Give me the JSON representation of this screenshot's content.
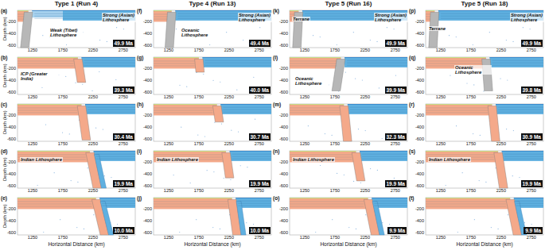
{
  "diagram": {
    "nodes": [
      {
        "text": [
          "49.9 Ma"
        ]
      },
      {
        "text": [
          "39.3 Ma"
        ]
      },
      {
        "text": [
          "30.4 Ma"
        ]
      },
      {
        "text": [
          "19.9 Ma"
        ]
      },
      {
        "text": [
          "10.0 Ma"
        ]
      },
      {
        "text": [
          "49.4 Ma"
        ]
      },
      {
        "text": [
          "40.0 Ma"
        ]
      },
      {
        "text": [
          "30.7 Ma"
        ]
      },
      {
        "text": [
          "19.9 Ma"
        ]
      },
      {
        "text": [
          "10.0 Ma"
        ]
      },
      {
        "text": [
          "49.9 Ma"
        ]
      },
      {
        "text": [
          "39.9 Ma"
        ]
      },
      {
        "text": [
          "32.3 Ma"
        ]
      },
      {
        "text": [
          "19.9 Ma"
        ]
      },
      {
        "text": [
          "9.9 Ma"
        ]
      },
      {
        "text": [
          "49.9 Ma"
        ]
      },
      {
        "text": [
          "39.8 Ma"
        ]
      },
      {
        "text": [
          "30.9 Ma"
        ]
      },
      {
        "text": [
          "19.9 Ma"
        ]
      },
      {
        "text": [
          "9.9 Ma"
        ]
      }
    ],
    "labels": [
      "Type 1 (Run 4)",
      "Type 4 (Run 13)",
      "Type 5 (Run 16)",
      "Type 5 (Run 18)",
      "(a)",
      "-200",
      "-400",
      "-600",
      "1250",
      "1750",
      "2250",
      "2750",
      "Weak (Tibet) Lithosphere",
      "Strong (Asian) Lithosphere",
      "(b)",
      "-200",
      "-400",
      "-600",
      "1250",
      "1750",
      "2250",
      "2750",
      "ICP (Greater India)",
      "(c)",
      "-200",
      "-400",
      "-600",
      "1250",
      "1750",
      "2250",
      "2750",
      "(d)",
      "-200",
      "-400",
      "-600",
      "1250",
      "1750",
      "2250",
      "2750",
      "Indian Lithosphere",
      "(e)",
      "-200",
      "-400",
      "-600",
      "1250",
      "1750",
      "2250",
      "2750",
      "(f)",
      "-200",
      "-400",
      "-600",
      "1250",
      "1750",
      "2250",
      "2750",
      "Oceanic Lithosphere",
      "Strong (Asian) Lithosphere",
      "(g)",
      "-200",
      "-400",
      "-600",
      "1250",
      "1750",
      "2250",
      "2750",
      "(h)",
      "-200",
      "-400",
      "-600",
      "1250",
      "1750",
      "2250",
      "2750",
      "(i)",
      "-200",
      "-400",
      "-600",
      "1250",
      "1750",
      "2250",
      "2750",
      "Indian Lithosphere",
      "(j)",
      "-200",
      "-400",
      "-600",
      "1250",
      "1750",
      "2250",
      "2750",
      "(k)",
      "-200",
      "-400",
      "-600",
      "1250",
      "1750",
      "2250",
      "2750",
      "Terrane",
      "Strong (Asian) Lithosphere",
      "(l)",
      "-200",
      "-400",
      "-600",
      "1250",
      "1750",
      "2250",
      "2750",
      "Oceanic Lithosphere",
      "(m)",
      "-200",
      "-400",
      "-600",
      "1250",
      "1750",
      "2250",
      "2750",
      "(n)",
      "-200",
      "-400",
      "-600",
      "1250",
      "1750",
      "2250",
      "2750",
      "Indian Lithosphere",
      "(o)",
      "-200",
      "-400",
      "-600",
      "1250",
      "1750",
      "2250",
      "2750",
      "(p)",
      "-200",
      "-400",
      "-600",
      "1250",
      "1750",
      "2250",
      "2750",
      "Terrane",
      "Strong (Asian) Lithosphere",
      "(q)",
      "-200",
      "-400",
      "-600",
      "1250",
      "1750",
      "2250",
      "2750",
      "Oceanic Lithosphere",
      "(r)",
      "-200",
      "-400",
      "-600",
      "1250",
      "1750",
      "2250",
      "2750",
      "(s)",
      "-200",
      "-400",
      "-600",
      "1250",
      "1750",
      "2250",
      "2750",
      "Indian Lithosphere",
      "(t)",
      "-200",
      "-400",
      "-600",
      "1250",
      "1750",
      "2250",
      "2750",
      "Depth (km)",
      "Depth (km)",
      "Depth (km)",
      "Depth (km)",
      "Depth (km)",
      "Horizontal Distance (km)",
      "Horizontal Distance (km)",
      "Horizontal Distance (km)",
      "Horizontal Distance (km)"
    ]
  }
}
